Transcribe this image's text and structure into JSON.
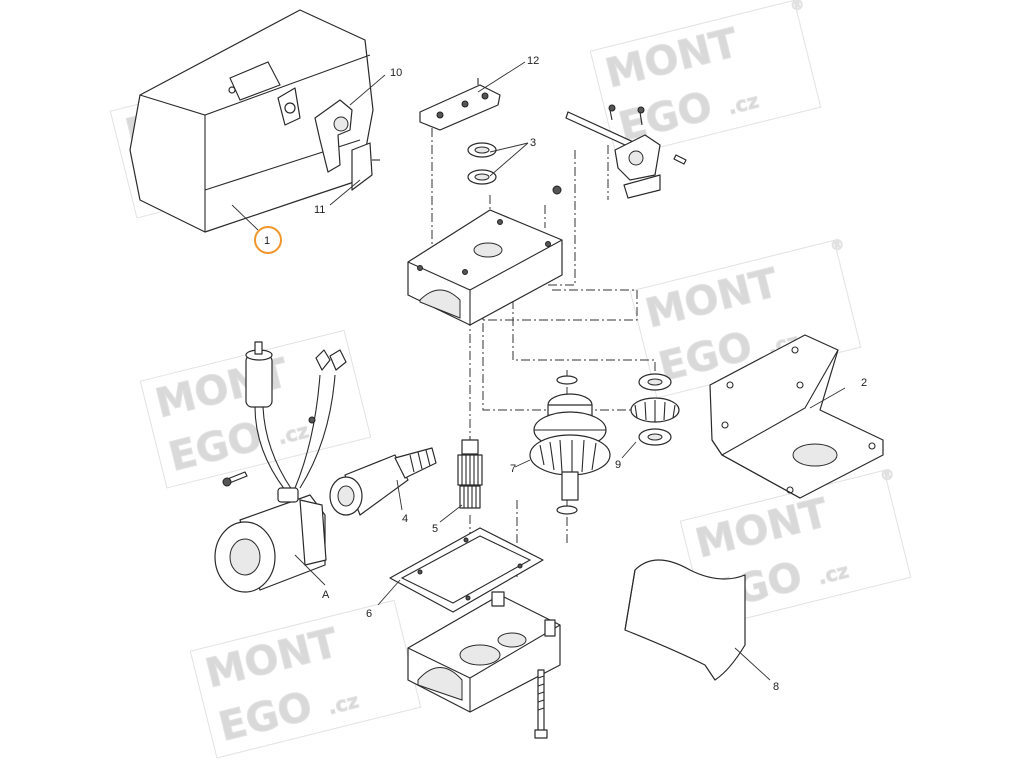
{
  "watermark": {
    "line1": "MONT",
    "line2": "EGO",
    "suffix": ".cz",
    "mark": "®",
    "color": "#d9d9d9"
  },
  "highlight_color": "#f0962a",
  "labels": {
    "p1": "1",
    "p2": "2",
    "p3": "3",
    "p4": "4",
    "p5": "5",
    "p6": "6",
    "p7": "7",
    "p8": "8",
    "p9": "9",
    "p10": "10",
    "p11": "11",
    "p12": "12",
    "pA": "A"
  }
}
